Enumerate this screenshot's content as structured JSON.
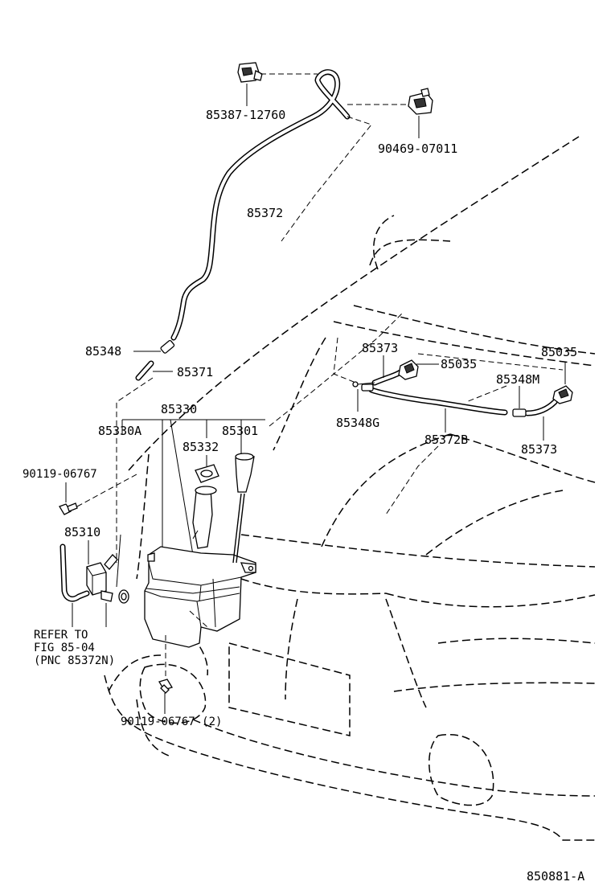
{
  "diagram_id": "850881-A",
  "labels": {
    "clip_85387": "85387-12760",
    "clip_90469": "90469-07011",
    "hose_85372": "85372",
    "joint_85348": "85348",
    "hose_85371": "85371",
    "tank_assy_85330": "85330",
    "tank_85330A": "85330A",
    "cap_85301": "85301",
    "gasket_85332": "85332",
    "bolt_top": "90119-06767",
    "pump_85310": "85310",
    "refer_line1": "REFER TO",
    "refer_line2": "FIG 85-04",
    "refer_line3": "(PNC 85372N)",
    "bolt_bottom": "90119-06767 (2)",
    "hose_85373_top": "85373",
    "nozzle_85035_left": "85035",
    "nozzle_85035_right": "85035",
    "joint_85348M": "85348M",
    "joint_85348G": "85348G",
    "hose_85372B": "85372B",
    "hose_85373_bottom": "85373"
  }
}
